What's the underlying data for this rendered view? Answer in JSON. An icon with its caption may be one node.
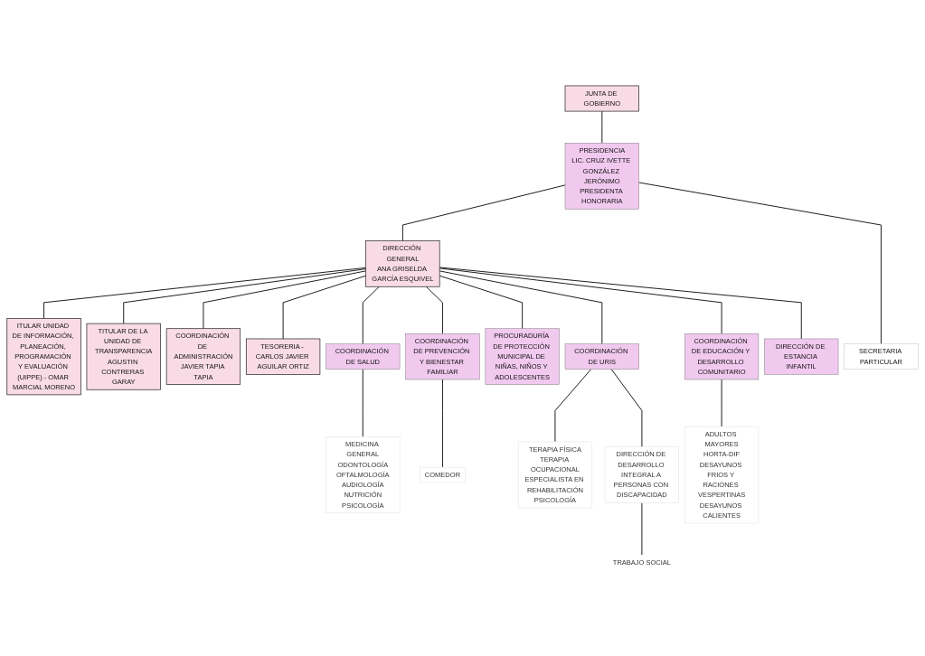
{
  "diagram": {
    "nodes": [
      {
        "text": [
          "JUNTA DE GOBIERNO"
        ]
      },
      {
        "text": [
          "PRESIDENCIA",
          "LIC. CRUZ IVETTE GONZÁLEZ JERÓNIMO",
          "PRESIDENTA HONORARIA"
        ]
      },
      {
        "text": [
          "SECRETARIA PARTICULAR"
        ]
      },
      {
        "text": [
          "ITULAR UNIDAD DE INFORMACIÓN, PLANEACIÓN, PROGRAMACIÓN Y EVALUACIÓN (UIPPE) - OMAR MARCIAL MORENO"
        ]
      },
      {
        "text": [
          "DIRECCIÓN GENERAL",
          "ANA GRISELDA GARCÍA ESQUIVEL"
        ]
      },
      {
        "text": [
          "TITULAR DE LA UNIDAD DE TRANSPARENCIA",
          "AGUSTIN CONTRERAS GARAY"
        ]
      },
      {
        "text": [
          "COORDINACIÓN DE ADMINISTRACIÓN",
          "JAVIER TAPIA TAPIA"
        ]
      },
      {
        "text": [
          "TESORERIA - CARLOS JAVIER AGUILAR ORTIZ"
        ]
      },
      {
        "text": [
          "COORDINACIÓN DE SALUD"
        ]
      },
      {
        "text": [
          "COORDINACIÓN DE PREVENCIÓN Y BIENESTAR FAMILIAR"
        ]
      },
      {
        "text": [
          "PROCURADURÍA DE PROTECCIÓN MUNICIPAL DE NIÑAS, NIÑOS Y ADOLESCENTES"
        ]
      },
      {
        "text": [
          "COORDINACIÓN DE URIS"
        ]
      },
      {
        "text": [
          "COORDINACIÓN DE EDUCACIÓN Y DESARROLLO COMUNITARIO"
        ]
      },
      {
        "text": [
          "DIRECCIÓN DE ESTANCIA INFANTIL"
        ]
      },
      {
        "text": [
          "MEDICINA GENERAL",
          "ODONTOLOGÍA",
          "OFTALMOLOGÍA",
          "AUDIOLOGÍA",
          "NUTRICIÓN",
          "PSICOLOGÍA"
        ]
      },
      {
        "text": [
          "COMEDOR"
        ]
      },
      {
        "text": [
          "TERAPIA FÍSICA",
          "TERAPIA OCUPACIONAL",
          "ESPECIALISTA EN REHABILITACIÓN",
          "PSICOLOGÍA"
        ]
      },
      {
        "text": [
          "ADULTOS MAYORES",
          "HORTA-DIF",
          "DESAYUNOS FRIOS Y RACIONES VESPERTINAS",
          "DESAYUNOS CALIENTES"
        ]
      },
      {
        "text": [
          "DIRECCIÓN DE DESARROLLO INTEGRAL A PERSONAS CON DISCAPACIDAD"
        ]
      },
      {
        "text": [
          "TRABAJO SOCIAL"
        ]
      }
    ],
    "edges": [
      {
        "from": 0,
        "to": 1,
        "arrow": "none"
      },
      {
        "from": 1,
        "to": 4,
        "arrow": "none"
      },
      {
        "from": 1,
        "to": 2,
        "arrow": "none"
      },
      {
        "from": 4,
        "to": 3,
        "arrow": "none"
      },
      {
        "from": 4,
        "to": 5,
        "arrow": "none"
      },
      {
        "from": 4,
        "to": 6,
        "arrow": "none"
      },
      {
        "from": 4,
        "to": 7,
        "arrow": "none"
      },
      {
        "from": 4,
        "to": 8,
        "arrow": "none"
      },
      {
        "from": 4,
        "to": 9,
        "arrow": "none"
      },
      {
        "from": 4,
        "to": 10,
        "arrow": "none"
      },
      {
        "from": 4,
        "to": 11,
        "arrow": "none"
      },
      {
        "from": 4,
        "to": 12,
        "arrow": "none"
      },
      {
        "from": 4,
        "to": 13,
        "arrow": "none"
      },
      {
        "from": 8,
        "to": 14,
        "arrow": "none"
      },
      {
        "from": 9,
        "to": 15,
        "arrow": "none"
      },
      {
        "from": 12,
        "to": 17,
        "arrow": "none"
      },
      {
        "from": 11,
        "to": 16,
        "arrow": "none"
      },
      {
        "from": 11,
        "to": 18,
        "arrow": "none"
      },
      {
        "from": 18,
        "to": 19,
        "arrow": "none"
      }
    ]
  }
}
